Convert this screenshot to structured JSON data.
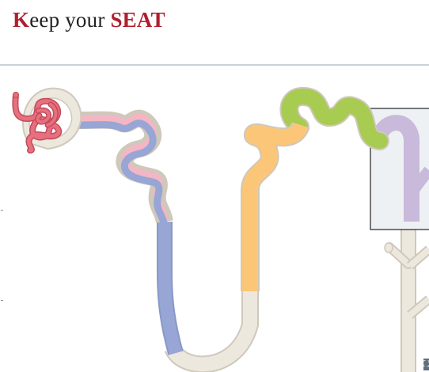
{
  "header": {
    "title_first_letter": "K",
    "title_middle": "eep your ",
    "title_emphasis": "SEAT"
  },
  "colors": {
    "accent": "#b01e2e",
    "divider": "#c9d2da",
    "tubule_base": "#ede8de",
    "tubule_outline": "#cfc8bb",
    "glomerulus": "#e8707e",
    "proximal_pink": "#f4b6c4",
    "proximal_blue": "#97a6d4",
    "descending_blue": "#97a6d4",
    "ascending_orange": "#fcc679",
    "distal_green": "#a8cb52",
    "collecting_purple": "#c9b9da",
    "inset_frame": "#222222",
    "inset_fill": "#eef1f4"
  },
  "icons": {
    "corner": "expand-icon"
  }
}
